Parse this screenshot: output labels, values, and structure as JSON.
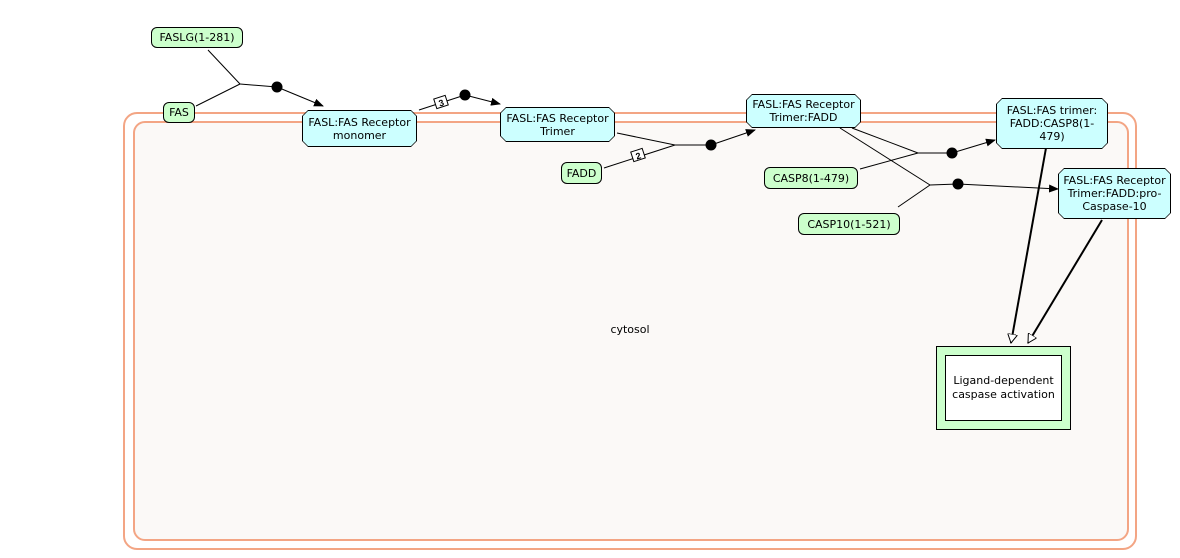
{
  "compartment": {
    "label": "cytosol"
  },
  "entities": {
    "fasl": "FASLG(1-281)",
    "fas": "FAS",
    "fadd": "FADD",
    "casp8": "CASP8(1-479)",
    "casp10": "CASP10(1-521)"
  },
  "complexes": {
    "monomer": "FASL:FAS Receptor monomer",
    "trimer": "FASL:FAS Receptor Trimer",
    "trimer_fadd": "FASL:FAS Receptor Trimer:FADD",
    "casp8_complex": "FASL:FAS trimer: FADD:CASP8(1-479)",
    "casp10_complex": "FASL:FAS Receptor Trimer:FADD:pro-Caspase-10"
  },
  "pathway": {
    "label": "Ligand-dependent caspase activation"
  },
  "stoichiometry": {
    "fas_trimer": "3",
    "fadd": "2"
  },
  "colors": {
    "entity_fill": "#ccffcc",
    "complex_fill": "#ccffff",
    "compartment_border": "#f3a584",
    "compartment_fill": "#fbf9f7"
  }
}
